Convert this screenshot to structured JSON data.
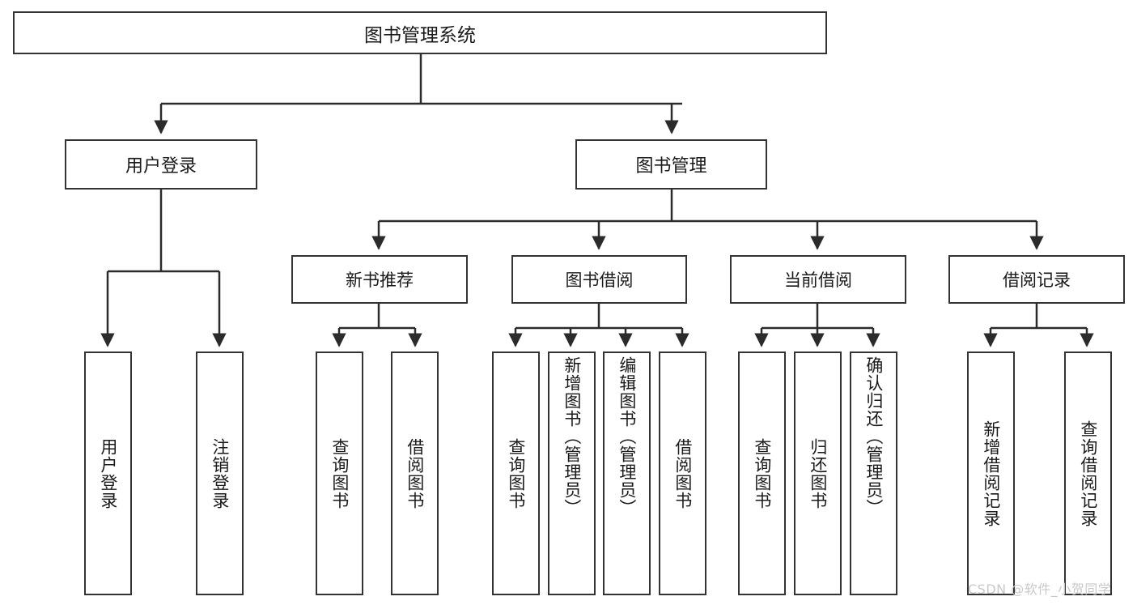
{
  "diagram": {
    "title": "图书管理系统",
    "type": "hierarchy-tree",
    "background_color": "#ffffff",
    "line_color": "#2b2b2b",
    "text_color": "#1a1a1a"
  },
  "root": {
    "label": "图书管理系统"
  },
  "level2": [
    {
      "label": "用户登录"
    },
    {
      "label": "图书管理"
    }
  ],
  "level3": [
    {
      "label": "新书推荐"
    },
    {
      "label": "图书借阅"
    },
    {
      "label": "当前借阅"
    },
    {
      "label": "借阅记录"
    }
  ],
  "leaves": {
    "user_login": [
      {
        "label": "用户登录"
      },
      {
        "label": "注销登录"
      }
    ],
    "new_book": [
      {
        "label": "查询图书"
      },
      {
        "label": "借阅图书"
      }
    ],
    "book_borrow": [
      {
        "label": "查询图书"
      },
      {
        "label": "新增图书（管理员）"
      },
      {
        "label": "编辑图书（管理员）"
      },
      {
        "label": "借阅图书"
      }
    ],
    "current_borrow": [
      {
        "label": "查询图书"
      },
      {
        "label": "归还图书"
      },
      {
        "label": "确认归还（管理员）"
      }
    ],
    "borrow_record": [
      {
        "label": "新增借阅记录"
      },
      {
        "label": "查询借阅记录"
      }
    ]
  },
  "watermark": {
    "text": "CSDN @软件_小贺同学",
    "color": "#c9c9c9"
  }
}
